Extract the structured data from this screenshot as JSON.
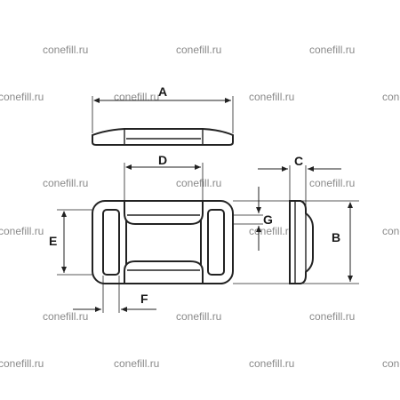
{
  "watermark": {
    "text": "conefill.ru"
  },
  "dimensions": {
    "A": "A",
    "B": "B",
    "C": "C",
    "D": "D",
    "E": "E",
    "F": "F",
    "G": "G"
  }
}
